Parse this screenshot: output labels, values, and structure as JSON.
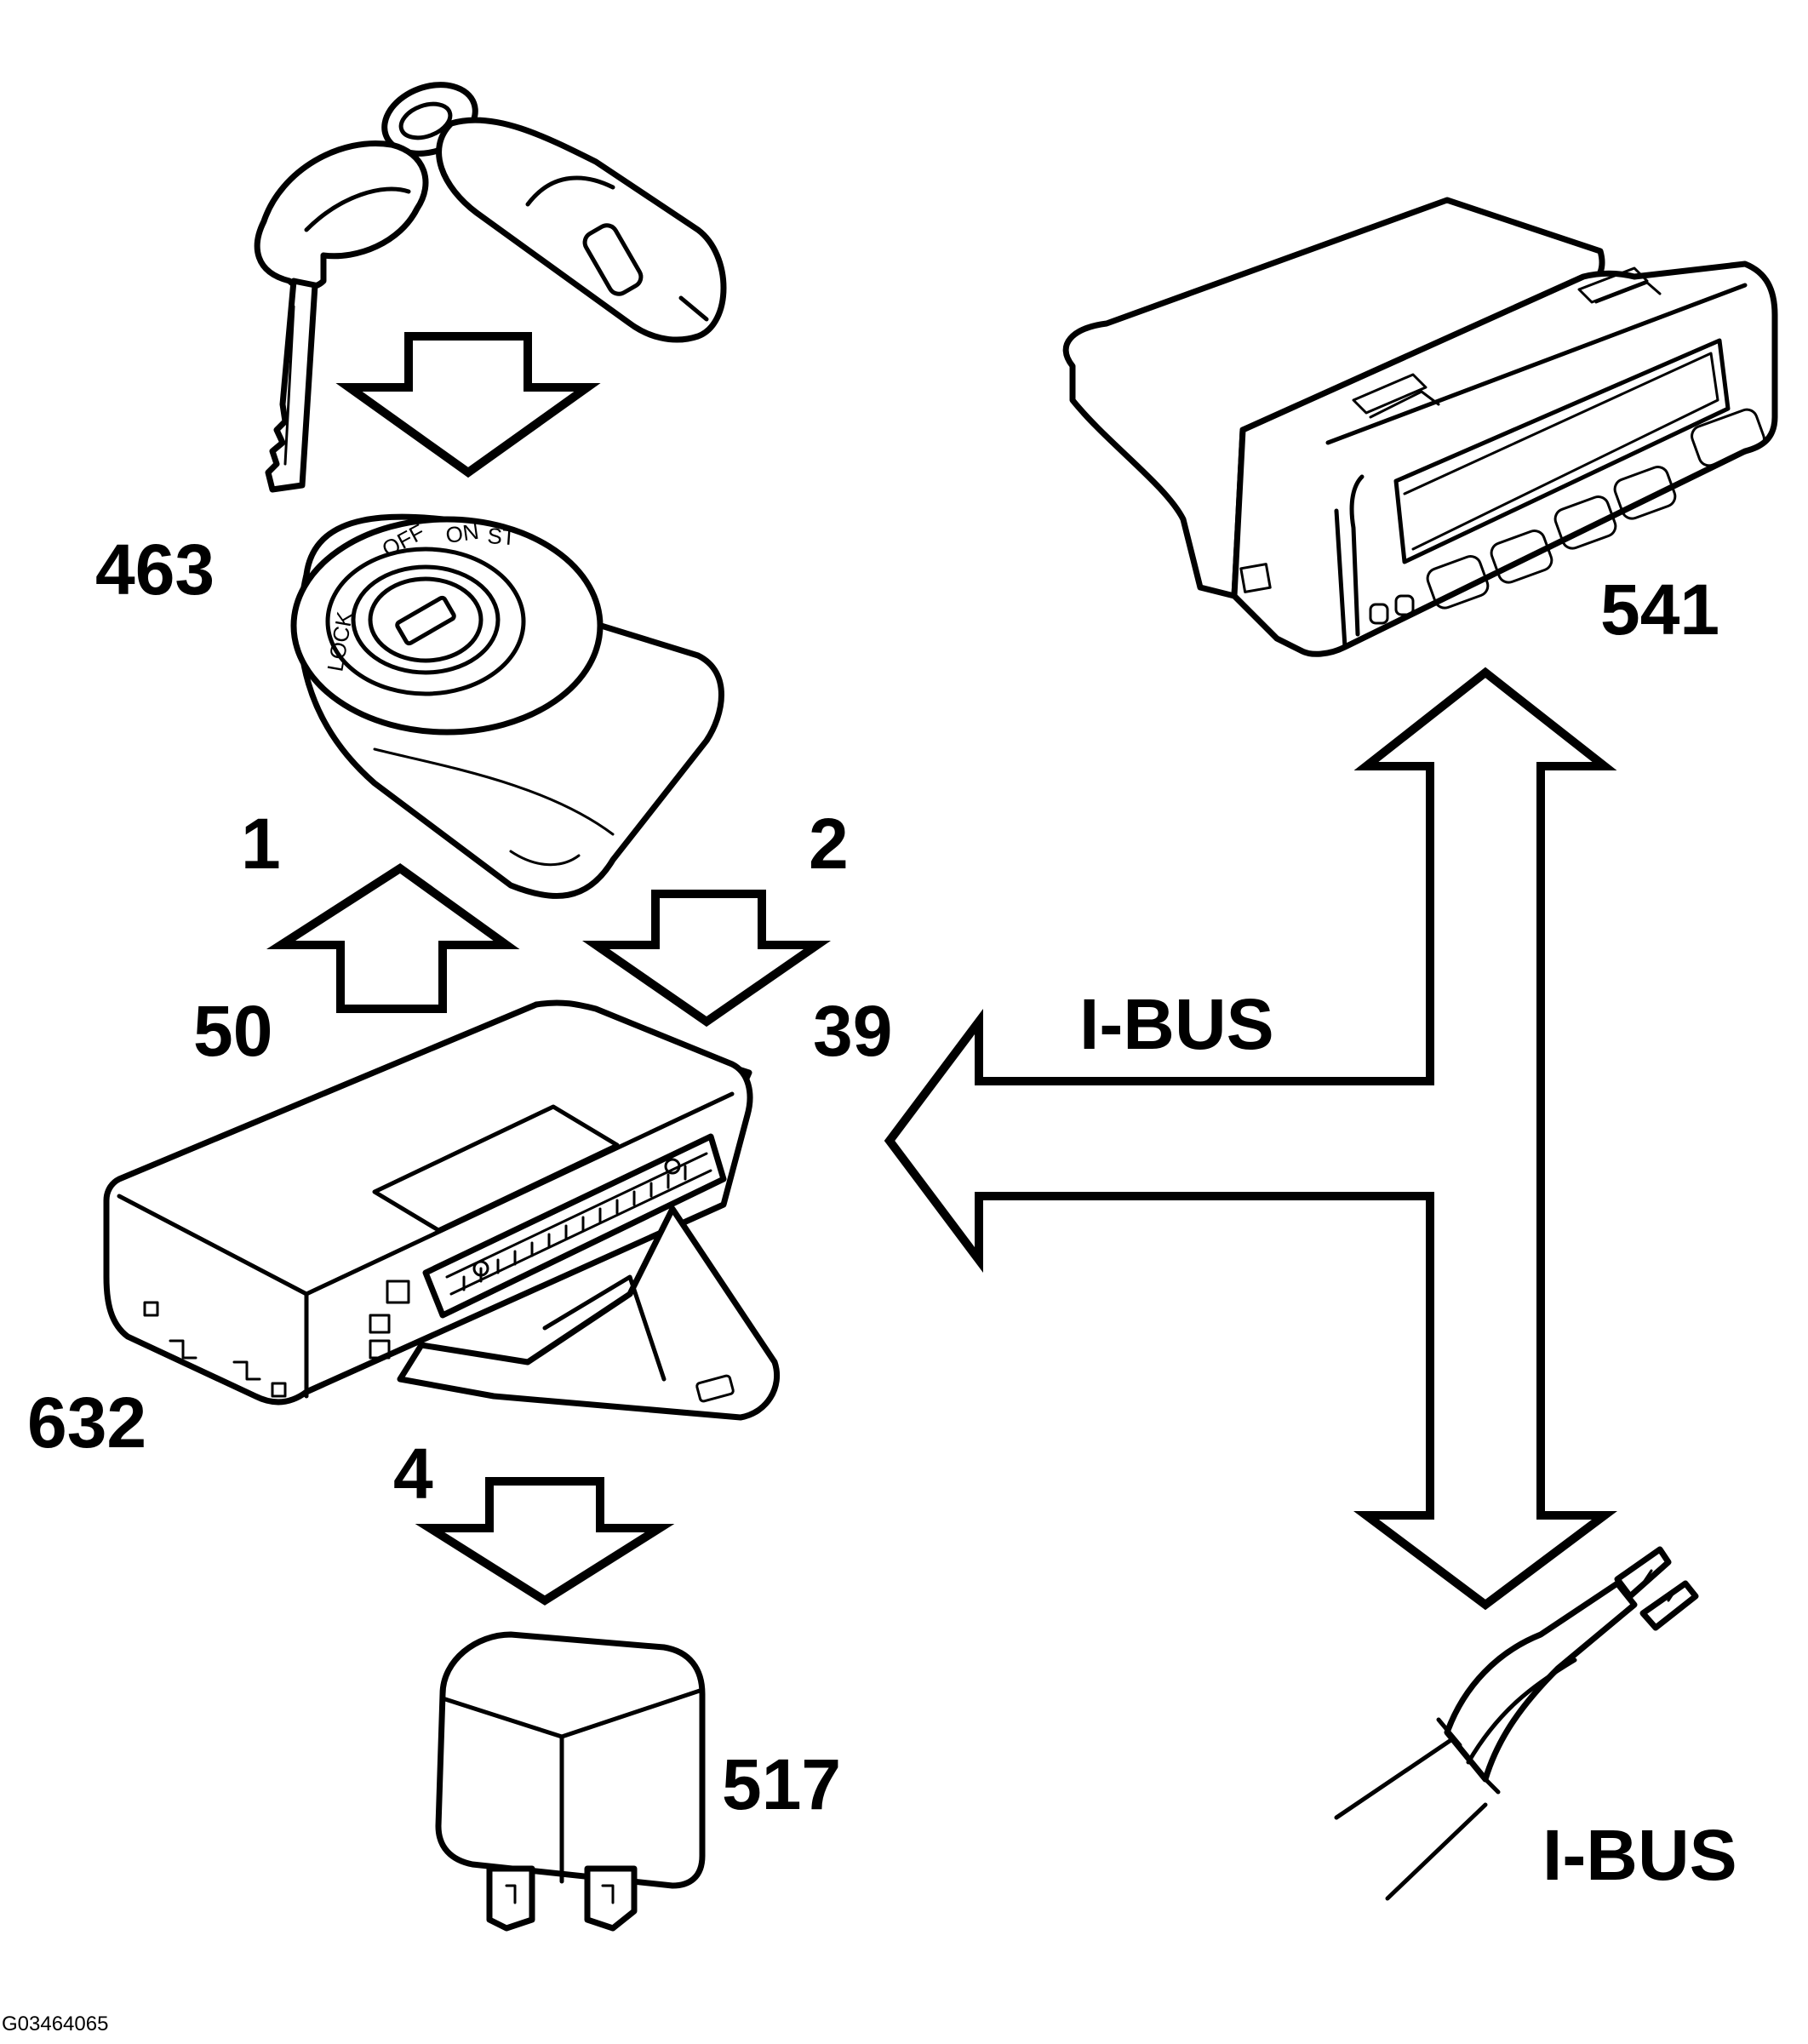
{
  "labels": {
    "ignition_switch": "463",
    "display_module": "541",
    "arrow_1": "1",
    "arrow_2": "2",
    "terminal_50": "50",
    "terminal_39": "39",
    "bus_upper": "I-BUS",
    "bus_lower": "I-BUS",
    "control_module": "632",
    "arrow_4": "4",
    "relay": "517"
  },
  "switch_markings": {
    "lock": "LOCK",
    "off": "OFF",
    "on": "ON",
    "start": "ST"
  },
  "figure_id": "G03464065"
}
